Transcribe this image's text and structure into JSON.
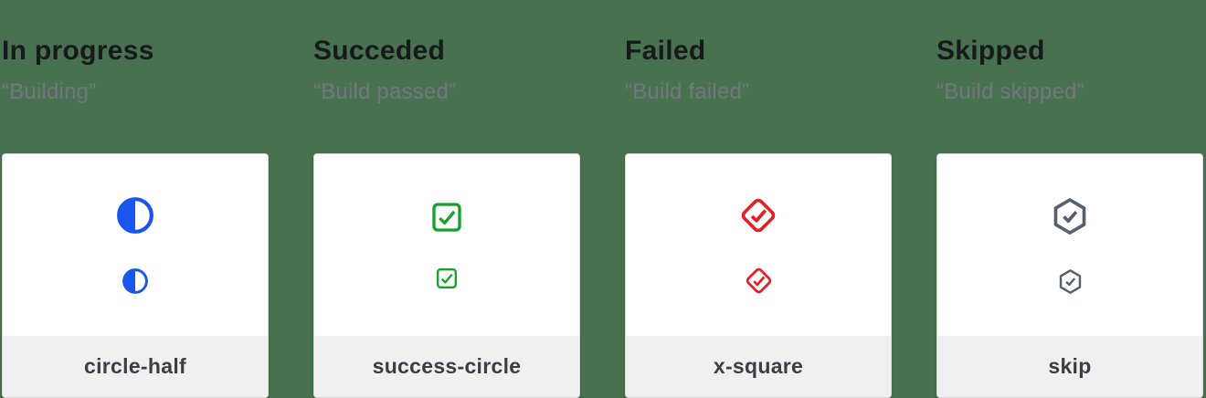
{
  "page": {
    "background_color": "#48714F",
    "card_background": "#FFFFFF",
    "card_footer_background": "#F0F0F0"
  },
  "columns": [
    {
      "title": "In progress",
      "subtitle": "“Building”",
      "label": "circle-half",
      "icon": "circle-half-icon",
      "color": "#1B55F0"
    },
    {
      "title": "Succeded",
      "subtitle": "“Build passed”",
      "label": "success-circle",
      "icon": "check-square-icon",
      "color": "#16A02C"
    },
    {
      "title": "Failed",
      "subtitle": "“Build failed”",
      "label": "x-square",
      "icon": "diamond-check-icon",
      "color": "#E02127"
    },
    {
      "title": "Skipped",
      "subtitle": "“Build skipped”",
      "label": "skip",
      "icon": "hexagon-check-icon",
      "color": "#566070"
    }
  ]
}
